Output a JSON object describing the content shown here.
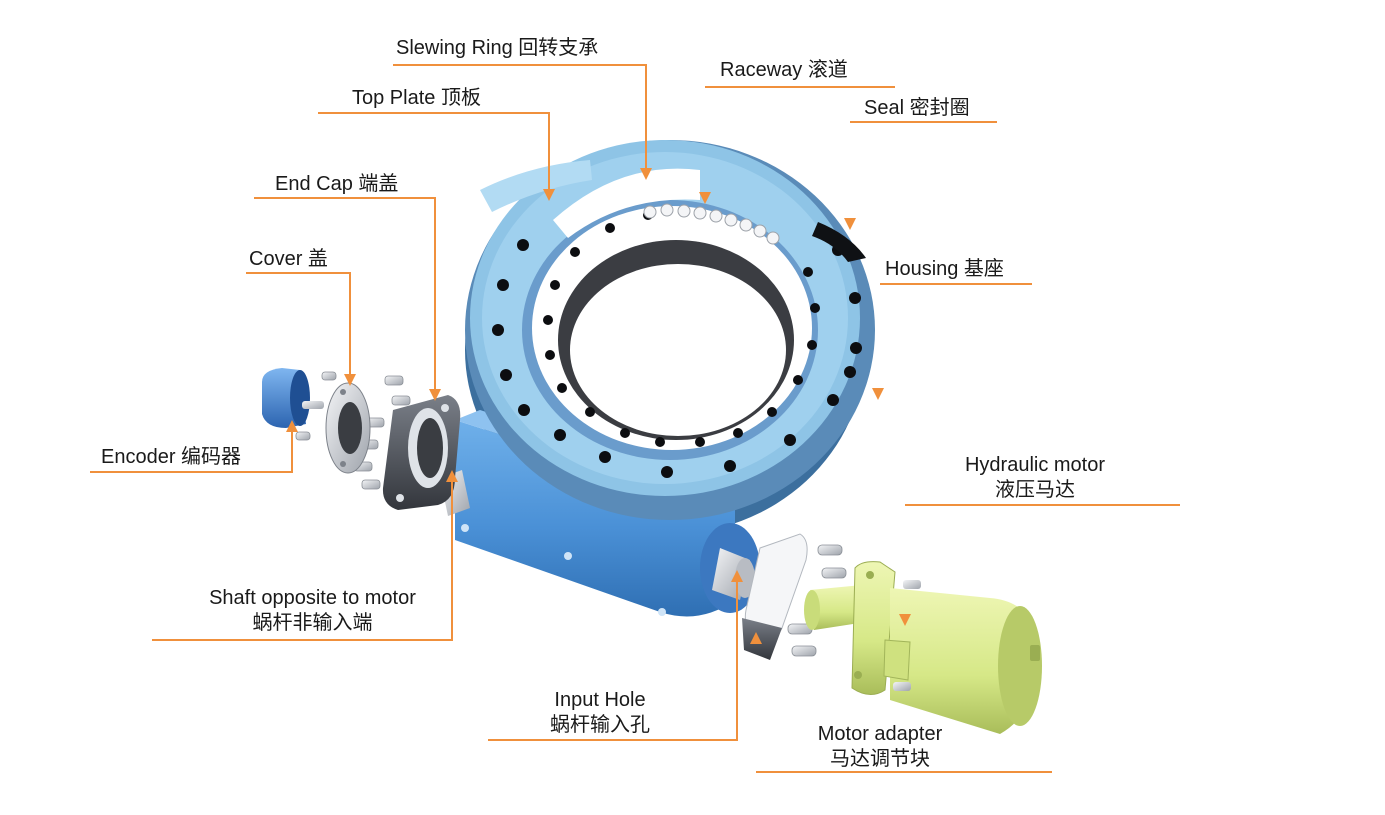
{
  "colors": {
    "leader": "#f0903c",
    "ring": "#8ec4e6",
    "ring_dark": "#5f93b8",
    "housing": "#4f96dc",
    "motor": "#d8ea8c",
    "steel": "#c8ccd3"
  },
  "labels": {
    "slewing_ring": "Slewing Ring  回转支承",
    "raceway": "Raceway  滚道",
    "top_plate": "Top Plate  顶板",
    "seal": "Seal  密封圈",
    "end_cap": "End Cap  端盖",
    "housing": "Housing  基座",
    "cover": "Cover  盖",
    "encoder": "Encoder  编码器",
    "hydraulic_motor_en": "Hydraulic motor",
    "hydraulic_motor_zh": "液压马达",
    "shaft_opposite_en": "Shaft opposite to motor",
    "shaft_opposite_zh": "蜗杆非输入端",
    "input_hole_en": "Input Hole",
    "input_hole_zh": "蜗杆输入孔",
    "motor_adapter_en": "Motor adapter",
    "motor_adapter_zh": "马达调节块"
  }
}
